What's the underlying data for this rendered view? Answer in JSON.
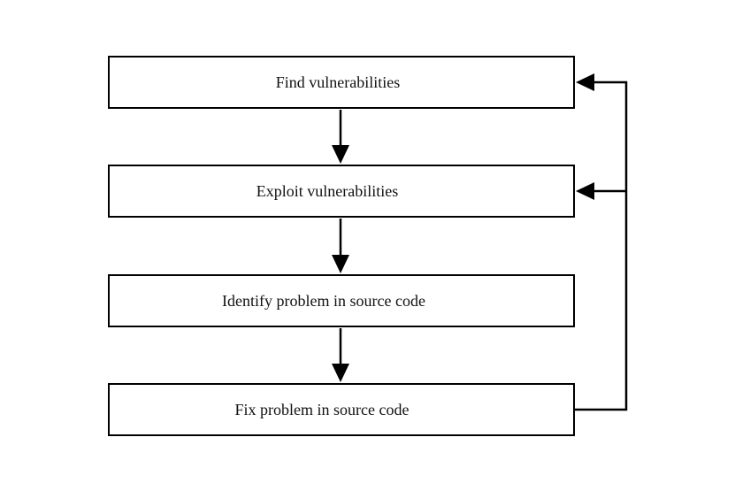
{
  "diagram": {
    "steps": [
      {
        "label": "Find vulnerabilities"
      },
      {
        "label": "Exploit vulnerabilities"
      },
      {
        "label": "Identify problem in source code"
      },
      {
        "label": "Fix problem in source code"
      }
    ]
  },
  "colors": {
    "stroke": "#000000",
    "background": "#ffffff",
    "text": "#111111"
  }
}
